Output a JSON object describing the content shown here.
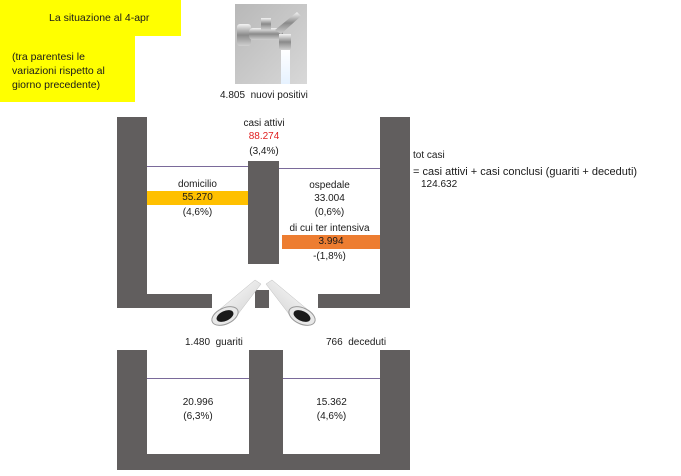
{
  "header": {
    "title": "La situazione al  4-apr",
    "note": "(tra parentesi le variazioni rispetto al giorno precedente)"
  },
  "inflow": {
    "value": "4.805",
    "label": "nuovi positivi"
  },
  "casi_attivi": {
    "label": "casi attivi",
    "value": "88.274",
    "change": "(3,4%)"
  },
  "tot_casi": {
    "label": "tot casi",
    "formula": "= casi attivi + casi conclusi (guariti + deceduti)",
    "value": "124.632"
  },
  "domicilio": {
    "label": "domicilio",
    "value": "55.270",
    "change": "(4,6%)"
  },
  "ospedale": {
    "label": "ospedale",
    "value": "33.004",
    "change": "(0,6%)"
  },
  "terapia_intensiva": {
    "label": "di cui ter intensiva",
    "value": "3.994",
    "change": "-(1,8%)"
  },
  "guariti_flow": {
    "value": "1.480",
    "label": "guariti"
  },
  "deceduti_flow": {
    "value": "766",
    "label": "deceduti"
  },
  "guariti_total": {
    "value": "20.996",
    "change": "(6,3%)"
  },
  "deceduti_total": {
    "value": "15.362",
    "change": "(4,6%)"
  },
  "colors": {
    "highlight_yellow": "#ffff00",
    "domicilio_bar": "#ffc000",
    "ti_bar": "#ed7d31",
    "attivi_red": "#e02020",
    "wall": "#615e5e"
  }
}
